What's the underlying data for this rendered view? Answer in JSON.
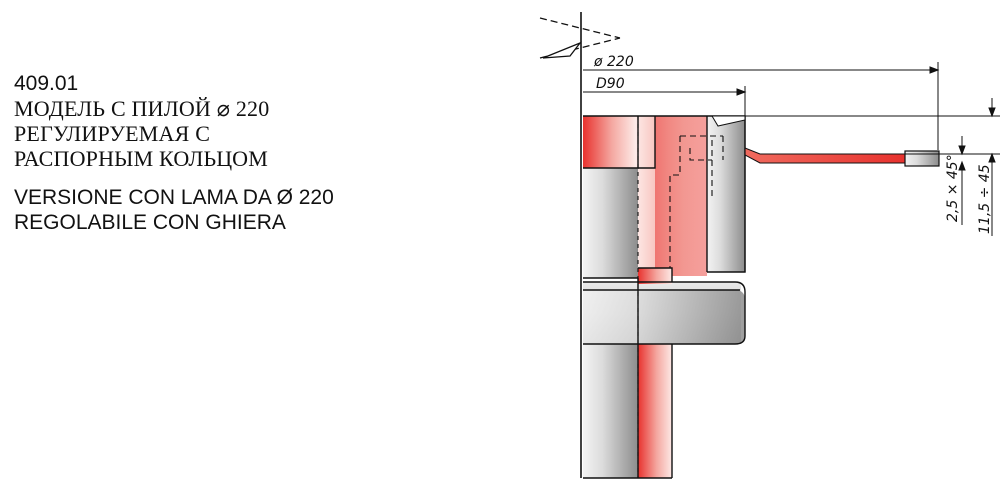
{
  "product": {
    "code": "409.01",
    "description_ru": [
      "МОДЕЛЬ С ПИЛОЙ ⌀ 220",
      "РЕГУЛИРУЕМАЯ С",
      "РАСПОРНЫМ КОЛЬЦОМ"
    ],
    "description_it": [
      "VERSIONE CON LAMA DA Ø 220",
      "REGOLABILE CON GHIERA"
    ]
  },
  "drawing": {
    "dimensions": {
      "saw_diameter": "ø 220",
      "hub_diameter": "D90",
      "chamfer": "2,5 × 45°",
      "adjustment_range": "11,5 ÷ 45"
    },
    "colors": {
      "red": "#e8322e",
      "grey": "#8c8c8c",
      "outline": "#111111"
    }
  }
}
